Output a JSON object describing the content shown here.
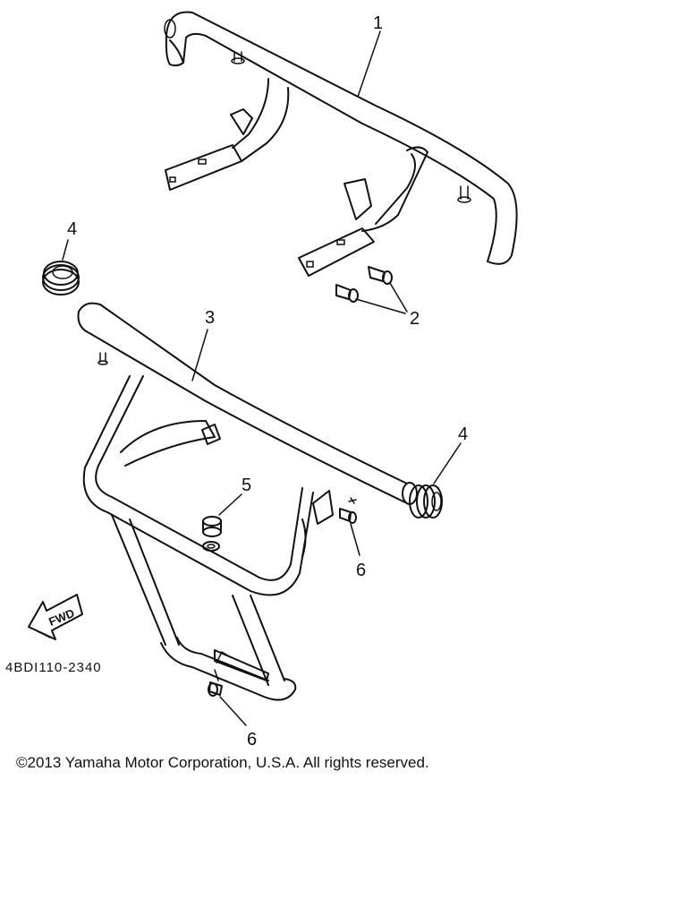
{
  "callouts": {
    "part1": "1",
    "part2": "2",
    "part3": "3",
    "part4_left": "4",
    "part4_right": "4",
    "part5": "5",
    "part6_upper": "6",
    "part6_lower": "6"
  },
  "fwd_label": "FWD",
  "diagram_code": "4BDI110-2340",
  "copyright": "©2013 Yamaha Motor Corporation, U.S.A. All rights reserved."
}
